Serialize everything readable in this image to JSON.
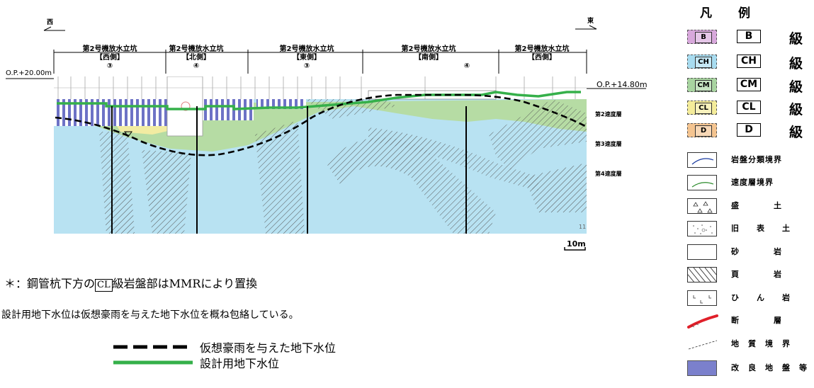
{
  "direction": {
    "west": "西",
    "east": "東"
  },
  "sections": [
    {
      "title": "第2号機放水立坑",
      "side": "【西側】",
      "num": "③"
    },
    {
      "title": "第2号機放水立坑",
      "side": "【北側】",
      "num": "④"
    },
    {
      "title": "第2号機放水立坑",
      "side": "【東側】",
      "num": "③"
    },
    {
      "title": "第2号機放水立坑",
      "side": "【南側】",
      "num": "④"
    },
    {
      "title": "第2号機放水立坑",
      "side": "【西側】",
      "num": ""
    }
  ],
  "elevations": {
    "left": "O.P.+20.00m",
    "right": "O.P.+14.80m"
  },
  "velocity_layers": [
    "第2速度層",
    "第3速度層",
    "第4速度層"
  ],
  "scale_label": "10m",
  "corner_mark": "11",
  "notes": {
    "note1_prefix": "＊：鋼管杭下方の",
    "note1_box": "CL",
    "note1_suffix": "級岩盤部はMMRにより置換",
    "note2": "設計用地下水位は仮想豪雨を与えた地下水位を概ね包絡している。"
  },
  "water_legend": {
    "virtual": "仮想豪雨を与えた地下水位",
    "design": "設計用地下水位"
  },
  "legend": {
    "title": "凡　　例",
    "grades": [
      {
        "code": "B",
        "box": "B",
        "suffix": "級",
        "color": "#d8a8dc"
      },
      {
        "code": "CH",
        "box": "CH",
        "suffix": "級",
        "color": "#a8dcf0"
      },
      {
        "code": "CM",
        "box": "CM",
        "suffix": "級",
        "color": "#a8d4a0"
      },
      {
        "code": "CL",
        "box": "CL",
        "suffix": "級",
        "color": "#f4ec9a"
      },
      {
        "code": "D",
        "box": "D",
        "suffix": "級",
        "color": "#f4c490"
      }
    ],
    "symbols": [
      {
        "icon": "rock-class-boundary-icon",
        "label": "岩盤分類境界"
      },
      {
        "icon": "velocity-layer-boundary-icon",
        "label": "速度層境界"
      },
      {
        "icon": "fill-icon",
        "label": "盛　　　　土"
      },
      {
        "icon": "old-topsoil-icon",
        "label": "旧　　表　　土"
      },
      {
        "icon": "sandstone-icon",
        "label": "砂　　　　岩"
      },
      {
        "icon": "shale-icon",
        "label": "頁　　　　岩"
      },
      {
        "icon": "porphyrite-icon",
        "label": "ひ　　ん　　岩"
      },
      {
        "icon": "fault-icon",
        "label": "断　　　　層"
      },
      {
        "icon": "geologic-boundary-icon",
        "label": "地　質　境　界"
      },
      {
        "icon": "improved-ground-icon",
        "label": "改　良　地　盤　等"
      }
    ]
  },
  "colors": {
    "ch": "#b8e2f2",
    "cm": "#b6dca4",
    "cl": "#f2eca2",
    "improved": "#7b80cc",
    "design_water": "#35b04a",
    "virtual_water": "#000000"
  }
}
